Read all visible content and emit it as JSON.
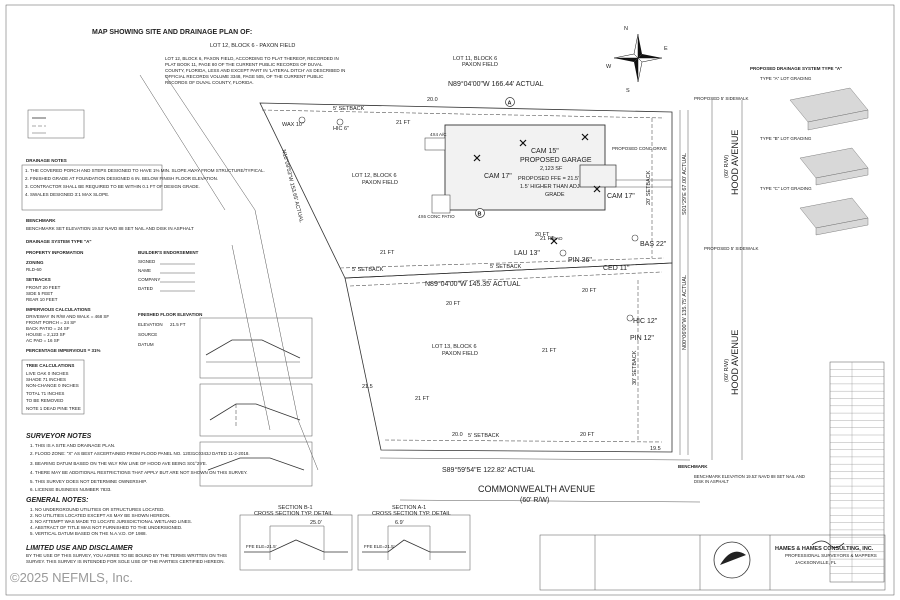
{
  "title": "MAP SHOWING SITE AND DRAINAGE PLAN OF:",
  "legal_head": "LOT 12, BLOCK 6 - PAXON FIELD",
  "legal_lines": [
    "LOT 12, BLOCK 6, PAXON FIELD, ACCORDING TO PLAT THEREOF, RECORDED IN",
    "PLAT BOOK 11, PAGE 80 OF THE CURRENT PUBLIC RECORDS OF DUVAL",
    "COUNTY, FLORIDA, LESS AND EXCEPT PART IN 'LATERAL DITCH' AS DESCRIBED IN",
    "OFFICIAL RECORDS VOLUME 3348, PAGE 505, OF THE CURRENT PUBLIC",
    "RECORDS OF DUVAL COUNTY, FLORIDA."
  ],
  "lot11": [
    "LOT 11, BLOCK 6",
    "PAXON FIELD"
  ],
  "lot12": [
    "LOT 12, BLOCK 6",
    "PAXON FIELD"
  ],
  "lot13": [
    "LOT 13, BLOCK 6",
    "PAXON FIELD"
  ],
  "bearings": {
    "top": "N89°04'00\"W 166.44' ACTUAL",
    "middle": "N89°04'00\"W 145.35' ACTUAL",
    "bottom": "S89°59'54\"E 122.82' ACTUAL",
    "right_upper": "S01°29'E 67.00' ACTUAL",
    "right_lower": "N00°06'00\"W 135.75' ACTUAL",
    "left_upper": "N10°09'53\"W 153.65' ACTUAL"
  },
  "streets": {
    "hood": "HOOD AVENUE",
    "hood_row": "(60' R/W)",
    "hood2": "HOOD AVENUE",
    "hood2_row": "(60' R/W)",
    "commonwealth": "COMMONWEALTH AVENUE",
    "commonwealth_row": "(60' R/W)"
  },
  "plan_labels": {
    "setback5a": "5' SETBACK",
    "setback5b": "5' SETBACK",
    "setback5c": "5' SETBACK",
    "setback5d": "5' SETBACK",
    "setback20": "20' SETBACK",
    "setback30": "30' SETBACK",
    "ft20a": "20.0",
    "ft20b": "20.0",
    "ft20c": "20 FT",
    "ft21a": "21 FT",
    "ft21b": "21 FT",
    "ft21c": "21 FT",
    "ft20d": "20 FT",
    "ft20e": "20 FT",
    "ft20f": "20 FT",
    "ft21d": "21 FT",
    "ft21e": "21 FT",
    "ft215": "21.5",
    "ft195": "19.5",
    "hic6": "HIC 6\"",
    "wax10": "WAX 10\"",
    "cam15": "CAM 15\"",
    "cam17": "CAM 17\"",
    "cam17b": "CAM 17\"",
    "lau13": "LAU 13\"",
    "bas22": "BAS 22\"",
    "ced11": "CED 11\"",
    "pin36": "PIN 36\"",
    "hic12": "HIC 12\"",
    "pin12": "PIN 12\"",
    "dead": "DEAD",
    "ac": "4X4 A/C",
    "patio": "4X6 CONC PATIO",
    "proposed_garage": "PROPOSED GARAGE",
    "area": "2,123 SF",
    "ffe": "PROPOSED FFE = 21.5'",
    "ffe2": "1.5' HIGHER THAN ADJ",
    "ffe3": "GRADE",
    "drive": "PROPOSED CONC DRIVE",
    "sidewalk1": "PROPOSED 5' SIDEWALK",
    "sidewalk2": "PROPOSED 5' SIDEWALK",
    "marker_a": "A",
    "marker_b": "B"
  },
  "drainage_notes": {
    "title": "DRAINAGE NOTES",
    "items": [
      "1. THE COVERED PORCH AND STEPS DESIGNED TO HAVE 1% MIN. SLOPE AWAY FROM STRUCTURE/TYPICAL.",
      "2. FINISHED GRADE AT FOUNDATION DESIGNED 6 IN. BELOW FINISH FLOOR ELEVATION.",
      "3. CONTRACTOR SHALL BE REQUIRED TO BE WITHIN 0.1 FT OF DESIGN GRADE.",
      "4. SWALES DESIGNED 3:1 MAX SLOPE."
    ]
  },
  "benchmark": {
    "title": "BENCHMARK",
    "text": "BENCHMARK SET ELEVATION 19.53' NAVD 88 SET NAIL AND DISK IN ASPHALT"
  },
  "drainage_system": "DRAINAGE SYSTEM TYPE \"A\"",
  "property_info": {
    "title": "PROPERTY INFORMATION",
    "zoning_label": "ZONING",
    "zoning": "RLD-60",
    "setbacks_label": "SETBACKS",
    "front": "FRONT   20 FEET",
    "side": "SIDE     5 FEET",
    "rear": "REAR    10 FEET",
    "impervious_title": "IMPERVIOUS CALCULATIONS",
    "imp_lines": [
      "DRIVEWAY IN R/W AND WALK = 468 SF",
      "FRONT PORCH = 24 SF",
      "BACK PATIO = 24 SF",
      "HOUSE = 2,123 SF",
      "AC PAD = 16 SF"
    ],
    "pct_title": "PERCENTAGE IMPERVIOUS = 31%"
  },
  "tree_calc": {
    "title": "TREE CALCULATIONS",
    "lines": [
      "LIVE OAK    0 INCHES",
      "SHADE       71 INCHES",
      "NON-CHANGE  0 INCHES",
      "TOTAL 71 INCHES",
      "TO BE REMOVED",
      "NOTE 1 DEAD PINE TREE"
    ]
  },
  "builder": {
    "title": "BUILDER'S ENDORSEMENT",
    "signed": "SIGNED",
    "name": "NAME",
    "company": "COMPANY",
    "dated": "DATED"
  },
  "finished_floor": {
    "title": "FINISHED FLOOR ELEVATION",
    "elevation": "ELEVATION",
    "source": "SOURCE",
    "datum": "DATUM",
    "elev_val": "21.5 FT"
  },
  "surveyor_notes": {
    "title": "SURVEYOR NOTES",
    "items": [
      "1. THIS IS A SITE AND DRAINAGE PLAN.",
      "2. FLOOD ZONE: \"X\" AS BEST ASCERTAINED FROM FLOOD PANEL NO. 12031C0343J DATED 11-2-2018.",
      "3. BEARING DATUM BASED ON THE WLY R/W LINE OF HOOD AVE BEING S01°29'E.",
      "4. THERE MAY BE ADDITIONAL RESTRICTIONS THAT APPLY BUT ARE NOT SHOWN ON THIS SURVEY.",
      "5. THIS SURVEY DOES NOT DETERMINE OWNERSHIP.",
      "6. LICENSE BUSINESS NUMBER 7833."
    ]
  },
  "general_notes": {
    "title": "GENERAL NOTES:",
    "items": [
      "1. NO UNDERGROUND UTILITIES OR STRUCTURES LOCATED.",
      "2. NO UTILITIES LOCATED EXCEPT AS MAY BE SHOWN HEREON.",
      "3. NO ATTEMPT WAS MADE TO LOCATE JURISDICTIONAL WETLAND LINES.",
      "4. ABSTRACT OF TITLE WAS NOT FURNISHED TO THE UNDERSIGNED.",
      "5. VERTICAL DATUM BASED ON THE N.A.V.D. OF 1988."
    ]
  },
  "limited_use": {
    "title": "LIMITED USE AND DISCLAIMER",
    "text": "BY THE USE OF THIS SURVEY, YOU AGREE TO BE BOUND BY THE TERMS WRITTEN ON THIS SURVEY. THIS SURVEY IS INTENDED FOR SOLE USE OF THE PARTIES CERTIFIED HEREON."
  },
  "sections": {
    "b_title": "SECTION B-1",
    "b_sub": "CROSS SECTION TYP. DETAIL",
    "b_ffe": "FFE  ELE=21.5'",
    "b_dim": "25.0'",
    "a_title": "SECTION A-1",
    "a_sub": "CROSS SECTION TYP. DETAIL",
    "a_ffe": "FFE  ELE=21.5'",
    "a_dim": "6.9'"
  },
  "drainage_types": {
    "title": "PROPOSED DRAINAGE SYSTEM TYPE \"A\"",
    "a": "TYPE \"A\" LOT GRADING",
    "b": "TYPE \"B\" LOT GRADING",
    "c": "TYPE \"C\" LOT GRADING"
  },
  "benchmark2": {
    "title": "BENCHMARK",
    "text": "BENCHMARK ELEVATION 19.53' NAVD 88 SET NAIL AND DISK IN ASPHALT"
  },
  "company": {
    "name": "HAMES & HAMES CONSULTING, INC.",
    "sub": "PROFESSIONAL SURVEYORS & MAPPERS",
    "addr": "JACKSONVILLE, FL"
  },
  "watermark": "©2025 NEFMLS, Inc.",
  "compass": {
    "n": "N",
    "s": "S",
    "e": "E",
    "w": "W"
  },
  "colors": {
    "line": "#333333",
    "building": "#e6e6e6",
    "text": "#222222"
  }
}
